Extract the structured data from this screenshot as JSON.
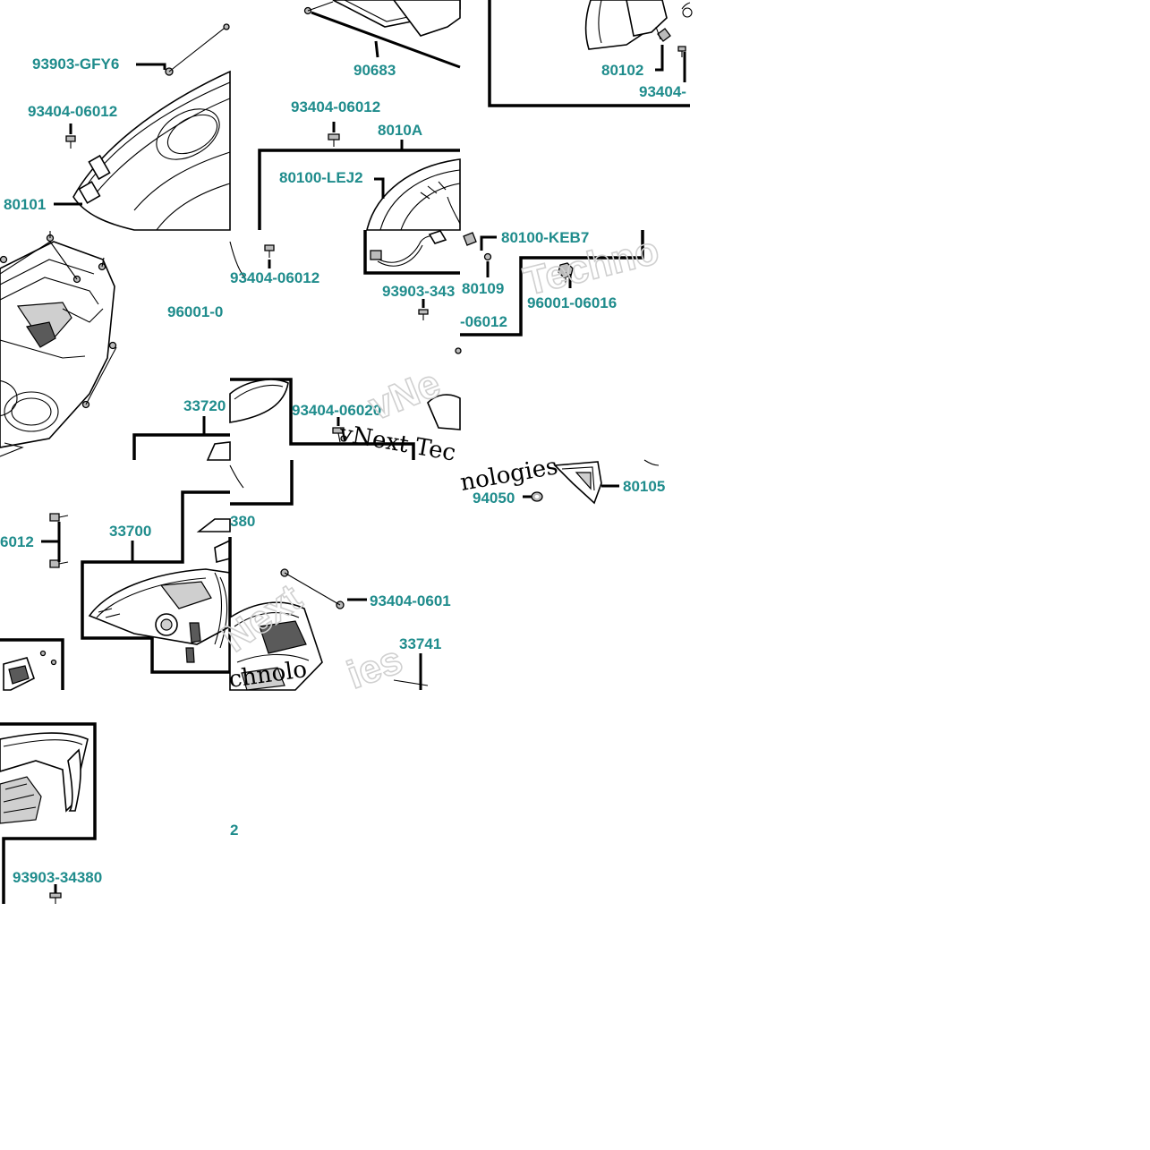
{
  "diagram": {
    "part_numbers": [
      "93903-GFY6",
      "93404-06012",
      "80101",
      "90683",
      "93404-06012",
      "8010A",
      "80100-LEJ2",
      "80102",
      "93404-",
      "96001-0",
      "33720",
      "93404-06012",
      "93903-343",
      "80100-KEB7",
      "80109",
      "96001-06016",
      "-06012",
      "93404-06020",
      "6012",
      "33700",
      "380",
      "93404-0601",
      "33741",
      "94050",
      "80105",
      "2",
      "93903-34380"
    ],
    "watermarks": [
      "vNext Tec",
      "nologies",
      "Techno",
      "vNe",
      "Next",
      "chnolo",
      "ies"
    ]
  }
}
